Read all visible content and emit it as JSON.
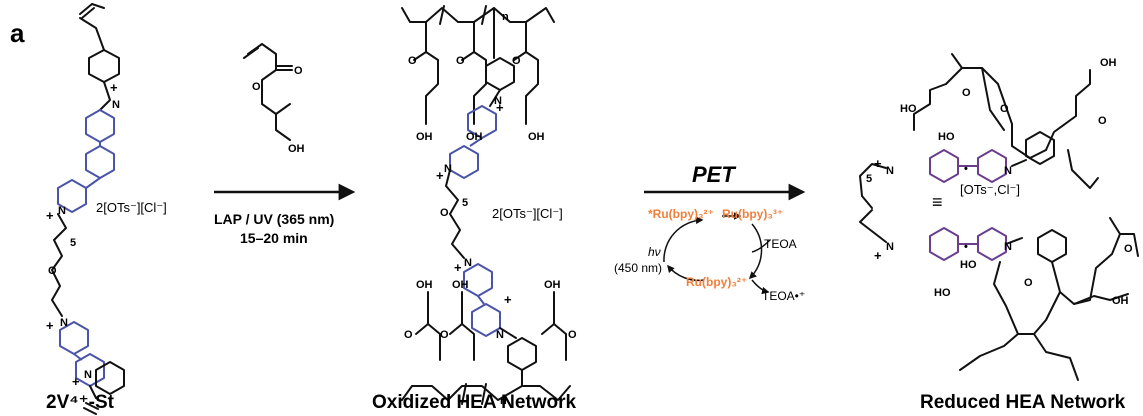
{
  "panel_label": "a",
  "labels": {
    "monomer": "2V⁴⁺-St",
    "oxidized": "Oxidized HEA Network",
    "reduced": "Reduced HEA Network"
  },
  "conditions": {
    "reagent_oh": "OH",
    "reagent_o1": "O",
    "reagent_o2": "O",
    "line1": "LAP / UV (365 nm)",
    "line2": "15–20 min"
  },
  "counterions": {
    "monomer": "2[OTs⁻][Cl⁻]",
    "oxidized": "2[OTs⁻][Cl⁻]",
    "reduced": "[OTs⁻,Cl⁻]"
  },
  "pet": {
    "title": "PET",
    "excited": "*Ru(bpy)₃²⁺",
    "oxidized": "Ru(bpy)₃³⁺",
    "ground": "Ru(bpy)₃²⁺",
    "teoa": "TEOA",
    "teoa_rad": "TEOA•⁺",
    "light": "hν",
    "wavelength": "(450 nm)"
  },
  "symbols": {
    "plus": "+",
    "n": "N",
    "o": "O",
    "oh": "OH",
    "ho": "HO",
    "sub_n": "n",
    "spacer": "5",
    "equiv": "≡",
    "radical": "•"
  },
  "colors": {
    "viologen": "#4a54a8",
    "reduced_viologen": "#6a3e8c",
    "ruthenium": "#f0803c",
    "bond": "#111111"
  }
}
